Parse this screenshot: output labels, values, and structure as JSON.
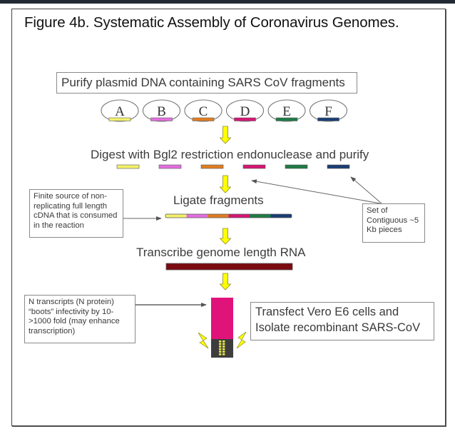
{
  "title": "Figure 4b. Systematic Assembly of Coronavirus Genomes.",
  "steps": {
    "purify": "Purify plasmid DNA containing SARS CoV fragments",
    "digest": "Digest with Bgl2 restriction endonuclease and purify",
    "ligate": "Ligate fragments",
    "transcribe": "Transcribe genome length RNA",
    "transfect_line1": "Transfect Vero E6 cells  and",
    "transfect_line2": "Isolate recombinant SARS-CoV"
  },
  "fragments": [
    {
      "label": "A",
      "color": "#f3f06a"
    },
    {
      "label": "B",
      "color": "#e36fde"
    },
    {
      "label": "C",
      "color": "#e07d22"
    },
    {
      "label": "D",
      "color": "#d41774"
    },
    {
      "label": "E",
      "color": "#1f7a46"
    },
    {
      "label": "F",
      "color": "#1a3e74"
    }
  ],
  "rna_color": "#7a0a10",
  "arrow_color": "#ffff00",
  "cuvette": {
    "top_color": "#e0137a",
    "bottom_color": "#3d3d3d",
    "dot_color": "#e8e84a"
  },
  "notes": {
    "finite_source": [
      "Finite source of non-",
      "replicating full length",
      "cDNA that is consumed",
      "in the reaction"
    ],
    "contiguous": [
      "Set of",
      "Contiguous ~5",
      "Kb pieces"
    ],
    "n_transcripts": [
      "N transcripts (N protein)",
      "“boots” infectivity by 10-",
      ">1000 fold (may enhance",
      "transcription)"
    ]
  }
}
